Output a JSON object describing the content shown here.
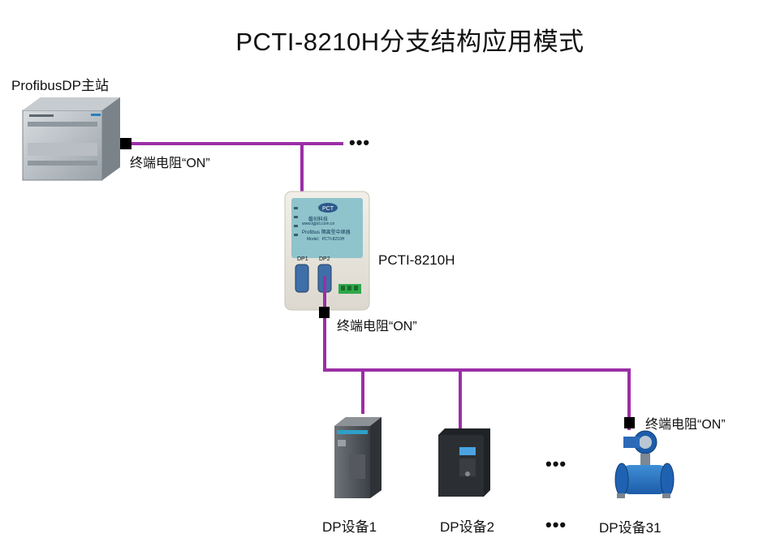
{
  "title": "PCTI-8210H分支结构应用模式",
  "master": {
    "label": "ProfibusDP主站"
  },
  "terminator_label": "终端电阻“ON”",
  "repeater": {
    "label": "PCTI-8210H",
    "company": "磐创科技",
    "website": "www.tgpct.com.cn",
    "product_text": "Profibus 隔离型中继器",
    "model_text": "Model：PCTI-8210H",
    "port1": "DP1",
    "port2": "DP2"
  },
  "devices": [
    {
      "label": "DP设备1"
    },
    {
      "label": "DP设备2"
    },
    {
      "label": "DP设备31"
    }
  ],
  "ellipsis": "•••",
  "colors": {
    "bus_line": "#9b2fa6",
    "terminator": "#000000"
  }
}
